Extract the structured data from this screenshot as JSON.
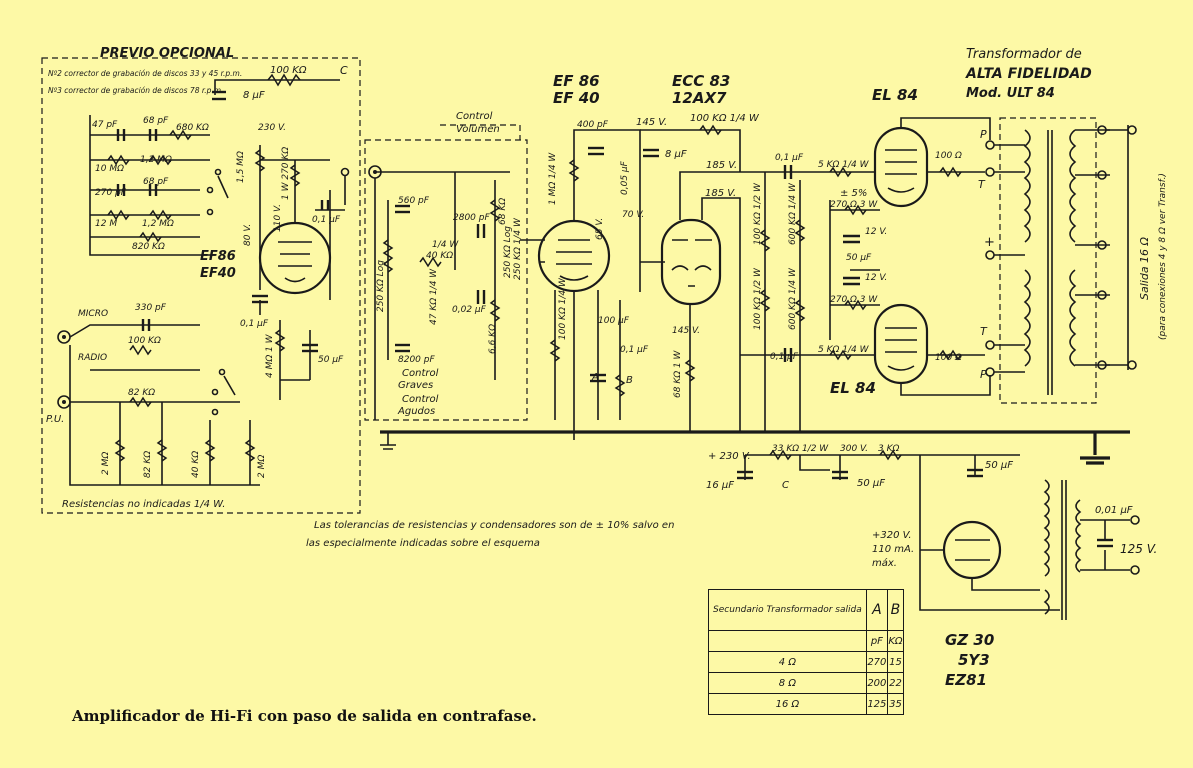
{
  "preamp": {
    "title": "PREVIO OPCIONAL",
    "note1": "Nº2 corrector de grabación de discos 33 y 45 r.p.m.",
    "note2": "Nº3 corrector de grabación de discos 78 r.p.m.",
    "footer": "Resistencias no indicadas 1/4 W.",
    "inputs": [
      "MICRO",
      "RADIO",
      "P.U."
    ],
    "tube": [
      "EF86",
      "EF40"
    ]
  },
  "tubes": {
    "v1": [
      "EF 86",
      "EF 40"
    ],
    "v2": [
      "ECC 83",
      "12AX7"
    ],
    "out_top": "EL 84",
    "out_bottom": "EL 84",
    "rect": [
      "GZ 30",
      "5Y3",
      "EZ81"
    ]
  },
  "transformer": {
    "title1": "Transformador de",
    "title2": "ALTA FIDELIDAD",
    "title3": "Mod. ULT 84",
    "output": "Salida 16 Ω",
    "output_note": "(para conexiones 4 y 8 Ω ver Transf.)"
  },
  "labels": {
    "control_volumen": [
      "Control",
      "Volumen"
    ],
    "control_graves": [
      "Control",
      "Graves"
    ],
    "control_agudos": [
      "Control",
      "Agudos"
    ]
  },
  "components": {
    "pre": [
      "100 KΩ",
      "C",
      "8 µF",
      "47 pF",
      "68 pF",
      "680 KΩ",
      "230 V.",
      "10 MΩ",
      "1,2 MΩ",
      "270 pF",
      "68 pF",
      "12 M",
      "1,2 MΩ",
      "820 KΩ",
      "1,5 MΩ",
      "1 W 270 KΩ",
      "110 V.",
      "0,1 µF",
      "80 V.",
      "0,1 µF",
      "4 MΩ 1 W",
      "50 µF",
      "330 pF",
      "100 KΩ",
      "82 KΩ",
      "2 MΩ",
      "82 KΩ",
      "40 KΩ",
      "2 MΩ"
    ],
    "tone": [
      "560 pF",
      "250 KΩ Log",
      "1/4 W",
      "40 KΩ",
      "47 KΩ 1/4 W",
      "2800 pF",
      "0,02 µF",
      "8200 pF",
      "6,6 KΩ",
      "68 KΩ",
      "250 KΩ Log",
      "250 KΩ 1/4 W"
    ],
    "amp": [
      "400 pF",
      "145 V.",
      "100 KΩ 1/4 W",
      "8 µF",
      "185 V.",
      "185 V.",
      "70 V.",
      "65 V.",
      "0,05 µF",
      "100 KΩ 1/4 W",
      "1 MΩ 1/4 W",
      "100 µF",
      "0,1 µF",
      "A",
      "B",
      "68 KΩ 1 W",
      "145 V.",
      "0,1 µF",
      "0,1 µF",
      "100 KΩ 1/2 W",
      "600 KΩ 1/4 W",
      "100 KΩ 1/2 W",
      "600 KΩ 1/4 W",
      "5 KΩ 1/4 W",
      "5 KΩ 1/4 W",
      "100 Ω",
      "100 Ω",
      "± 5%",
      "270 Ω 3 W",
      "270 Ω 3 W",
      "12 V.",
      "50 µF",
      "12 V.",
      "P",
      "T",
      "+",
      "T",
      "P"
    ],
    "supply": [
      "+ 230 V.",
      "16 µF",
      "33 KΩ 1/2 W",
      "C",
      "300 V.",
      "50 µF",
      "3 KΩ",
      "50 µF",
      "+320 V.",
      "110 mA.",
      "máx.",
      "0,01 µF",
      "125 V."
    ]
  },
  "tolerance_note": [
    "Las tolerancias de resistencias y condensadores son de ± 10% salvo en",
    "las especialmente indicadas sobre el esquema"
  ],
  "table": {
    "header": [
      "Secundario Transformador salida",
      "A",
      "B"
    ],
    "units": [
      "",
      "pF",
      "KΩ"
    ],
    "rows": [
      [
        "4 Ω",
        "270",
        "15"
      ],
      [
        "8 Ω",
        "200",
        "22"
      ],
      [
        "16 Ω",
        "125",
        "35"
      ]
    ]
  },
  "caption": "Amplificador de Hi-Fi con paso de salida en contrafase."
}
